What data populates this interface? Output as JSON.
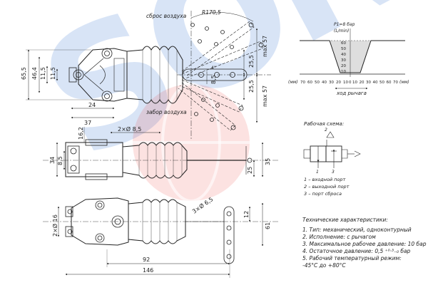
{
  "watermark": {
    "text": "SORL"
  },
  "labels": {
    "air_release": "сброс воздуха",
    "air_intake": "забор воздуха",
    "radius": "R170,5",
    "max57_top": "max 57",
    "max57_bottom": "max 57",
    "d25_5_a": "25,5",
    "d25_5_b": "25,5",
    "d8_5": "8,5",
    "angle_label": "4°",
    "dim_655": "65,5",
    "dim_464": "46,4",
    "dim_115a": "11,5",
    "dim_115b": "11,5",
    "dim_24": "24",
    "dim_37": "37",
    "dim_162": "16,2",
    "dim_2x85": "2×Ø 8,5",
    "dim_34": "34",
    "dim_85": "8,5",
    "dim_25": "25",
    "dim_35": "35",
    "dim_2x16": "2×Ø 16",
    "dim_3x65": "3×Ø 6,5",
    "dim_12": "12",
    "dim_61": "61",
    "dim_92": "92",
    "dim_146": "146"
  },
  "graph": {
    "pressure": "P1=8 бар",
    "ylabel": "(L/min)",
    "xunit_left": "(мм)",
    "xunit_right": "(мм)",
    "xlabel": "ход рычага",
    "y_ticks": [
      "60",
      "50",
      "40",
      "30",
      "20",
      "10"
    ],
    "x_ticks_left": [
      "70",
      "60",
      "50",
      "40",
      "30",
      "20",
      "10"
    ],
    "x_ticks_center": [
      "0"
    ],
    "x_ticks_right": [
      "10",
      "20",
      "30",
      "40",
      "50",
      "60",
      "70"
    ]
  },
  "scheme": {
    "title": "Рабочая схема:",
    "port_2": "2",
    "port_1": "1",
    "port_3": "3",
    "legend": [
      "1 – входной порт",
      "2 – выходной порт",
      "3 – порт сброса"
    ]
  },
  "specs": {
    "title": "Технические характеристики:",
    "items": [
      "1. Тип: механический, одноконтурный",
      "2. Исполнение: с рычагом",
      "3. Максимальное рабочее давление: 10 бар",
      "4. Остаточное давление: 0,5 ⁺⁰·³₋₀ бар",
      "5. Рабочий температурный режим:",
      "-45°С до +80°С"
    ]
  }
}
